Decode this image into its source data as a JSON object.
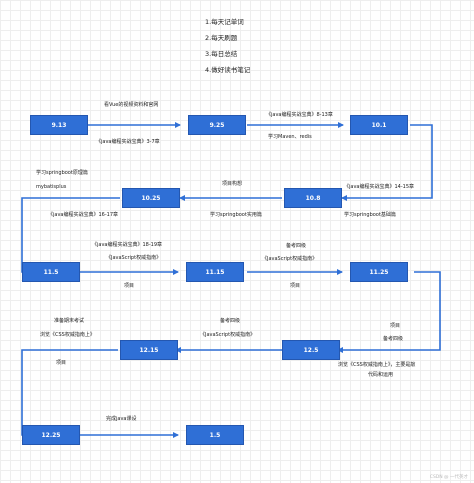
{
  "goals": [
    "1.每天记单词",
    "2.每天刷题",
    "3.每日总结",
    "4.做好读书笔记"
  ],
  "nodes": [
    {
      "id": "n913",
      "label": "9.13"
    },
    {
      "id": "n925",
      "label": "9.25"
    },
    {
      "id": "n101",
      "label": "10.1"
    },
    {
      "id": "n1025",
      "label": "10.25"
    },
    {
      "id": "n108",
      "label": "10.8"
    },
    {
      "id": "n115",
      "label": "11.5"
    },
    {
      "id": "n1115",
      "label": "11.15"
    },
    {
      "id": "n1125",
      "label": "11.25"
    },
    {
      "id": "n1215",
      "label": "12.15"
    },
    {
      "id": "n125",
      "label": "12.5"
    },
    {
      "id": "n1225",
      "label": "12.25"
    },
    {
      "id": "n15",
      "label": "1.5"
    }
  ],
  "labels": {
    "a1_top": "看Vue的视频资料和官网",
    "a1_bottom": "《java编程实战宝典》3-7章",
    "a2_top": "《java编程实战宝典》8-13章",
    "a2_bottom": "学习Maven、redis",
    "b1_top": "项目构想",
    "b1_right": "《java编程实战宝典》14-15章",
    "b1_bottom_left": "学习springboot实用篇",
    "b1_bottom_right": "学习springboot基础篇",
    "b2_top1": "学习springboot原理篇",
    "b2_top2": "mybatisplus",
    "b2_bottom": "《java编程实战宝典》16-17章",
    "c1_top1": "《java编程实战宝典》18-19章",
    "c1_top2": "《JavaScript权威指南》",
    "c1_bottom": "项目",
    "c2_top1": "备考四级",
    "c2_top2": "《JavaScript权威指南》",
    "c2_bottom": "项目",
    "d_right": "项目",
    "d_right2": "备考四级",
    "d1_top1": "备考四级",
    "d1_top2": "《JavaScript权威指南》",
    "d1_bottom1": "浏览《CSS权威指南上》，主要是敲",
    "d1_bottom2": "代码和运用",
    "d2_top1": "准备期末考试",
    "d2_top2": "浏览《CSS权威指南上》",
    "d2_bottom": "项目",
    "e_top": "完成java课设"
  },
  "colors": {
    "node": "#2f6fd6",
    "arrow": "#2f6fd6"
  },
  "watermark": "CSDN @ 一代英才"
}
